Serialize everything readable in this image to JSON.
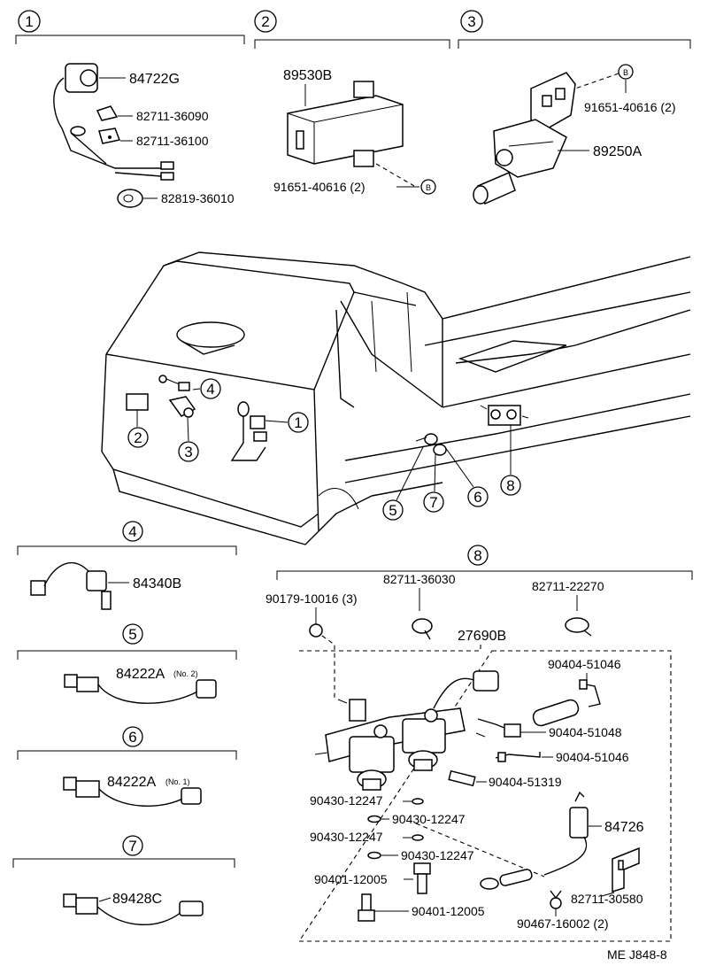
{
  "sections": {
    "s1": {
      "num": "1",
      "labels": [
        "84722G",
        "82711-36090",
        "82711-36100",
        "82819-36010"
      ]
    },
    "s2": {
      "num": "2",
      "labels": [
        "89530B",
        "91651-40616 (2)"
      ],
      "ref": "B"
    },
    "s3": {
      "num": "3",
      "labels": [
        "91651-40616 (2)",
        "89250A"
      ],
      "ref": "B"
    },
    "s4": {
      "num": "4",
      "labels": [
        "84340B"
      ]
    },
    "s5": {
      "num": "5",
      "label": "84222A",
      "suffix": "(No. 2)"
    },
    "s6": {
      "num": "6",
      "label": "84222A",
      "suffix": "(No. 1)"
    },
    "s7": {
      "num": "7",
      "labels": [
        "89428C"
      ]
    },
    "s8": {
      "num": "8",
      "labels": [
        "82711-36030",
        "82711-22270",
        "90179-10016 (3)",
        "27690B",
        "90404-51046",
        "90404-51048",
        "90404-51046",
        "90404-51319",
        "90430-12247",
        "90430-12247",
        "90430-12247",
        "90430-12247",
        "84726",
        "90401-12005",
        "90401-12005",
        "82711-30580",
        "90467-16002 (2)"
      ]
    }
  },
  "vehicle_callouts": [
    "4",
    "1",
    "2",
    "3",
    "5",
    "7",
    "6",
    "8"
  ],
  "footer_code": "ME J848-8"
}
